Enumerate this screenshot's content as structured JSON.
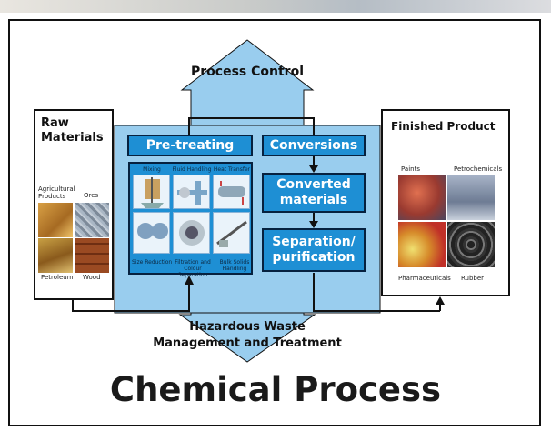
{
  "title": "Chemical Process",
  "process_control": "Process Control",
  "hazardous_waste": [
    "Hazardous Waste",
    "Management and Treatment"
  ],
  "raw_materials": {
    "heading": [
      "Raw",
      "Materials"
    ],
    "images": [
      {
        "label": "Agricultural Products",
        "icon": "agricultural-products-photo"
      },
      {
        "label": "Ores",
        "icon": "ores-photo"
      },
      {
        "label": "Petroleum",
        "icon": "petroleum-photo"
      },
      {
        "label": "Wood",
        "icon": "wood-photo"
      }
    ]
  },
  "finished_product": {
    "heading": "Finished Product",
    "images": [
      {
        "label": "Paints",
        "icon": "paints-photo"
      },
      {
        "label": "Petrochemicals",
        "icon": "petrochemicals-photo"
      },
      {
        "label": "Pharmaceuticals",
        "icon": "pharmaceuticals-photo"
      },
      {
        "label": "Rubber",
        "icon": "rubber-photo"
      }
    ]
  },
  "steps": {
    "pretreating": "Pre-treating",
    "conversions": "Conversions",
    "converted": [
      "Converted",
      "materials"
    ],
    "separation": [
      "Separation/",
      "purification"
    ]
  },
  "equipment": [
    {
      "label": "Mixing",
      "icon": "mixer-icon"
    },
    {
      "label": "Fluid Handling",
      "icon": "pump-icon"
    },
    {
      "label": "Heat Transfer",
      "icon": "heat-exchanger-icon"
    },
    {
      "label": "Size Reduction",
      "icon": "mill-icon"
    },
    {
      "label": "Filtration and Colour Separation",
      "icon": "filter-icon"
    },
    {
      "label": "Bulk Solids Handling",
      "icon": "conveyor-icon"
    }
  ],
  "colors": {
    "light_blue": "#99cdee",
    "box_blue": "#1e8fd4",
    "outline": "#06213f"
  }
}
